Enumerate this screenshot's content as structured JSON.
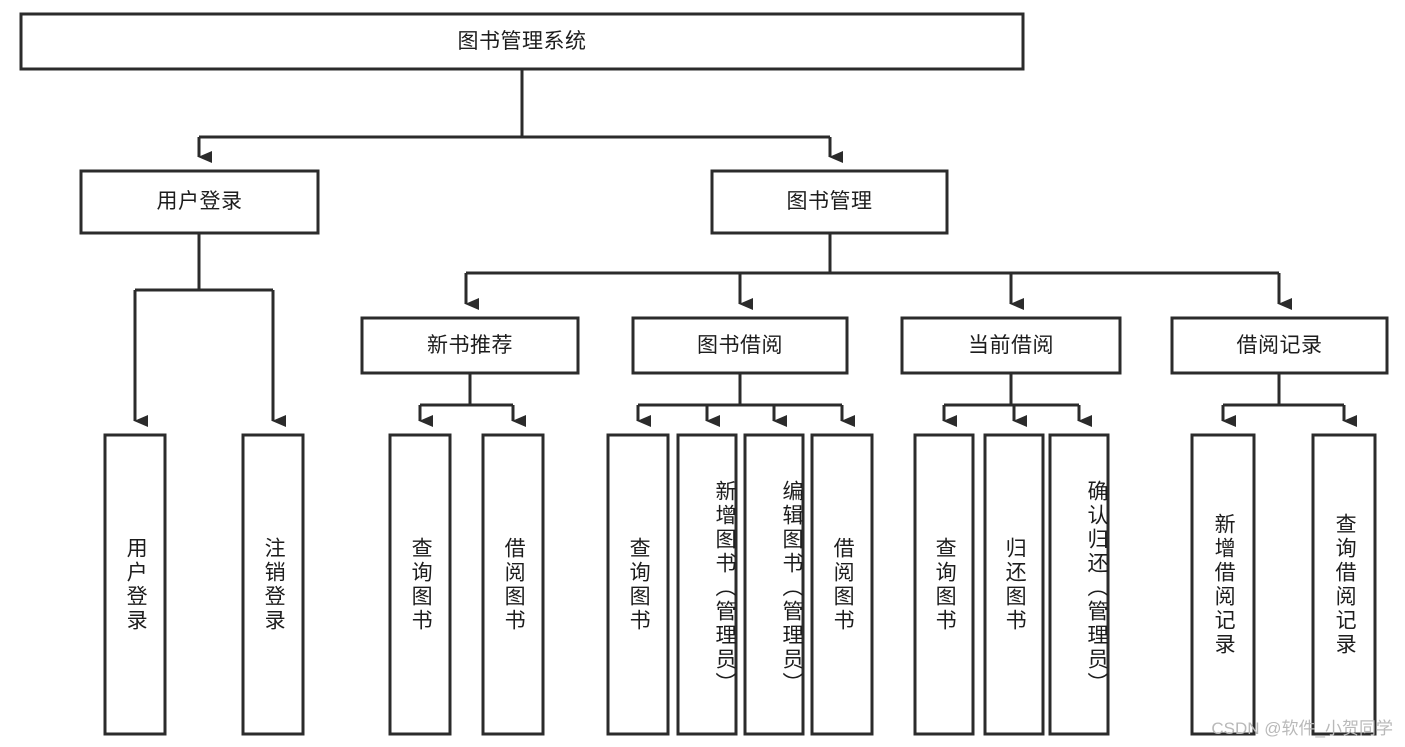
{
  "diagram": {
    "type": "tree-hierarchy",
    "title": "图书管理系统",
    "watermark": "CSDN @软件_小贺同学",
    "colors": {
      "stroke": "#2b2b2b",
      "fill": "#ffffff",
      "text": "#1d1d1d",
      "watermark": "#b9b9b9"
    },
    "nodes": {
      "root": {
        "label": "图书管理系统",
        "level": 1,
        "orientation": "horizontal"
      },
      "l2": [
        {
          "id": "user-login",
          "label": "用户登录",
          "level": 2,
          "orientation": "horizontal"
        },
        {
          "id": "book-manage",
          "label": "图书管理",
          "level": 2,
          "orientation": "horizontal"
        }
      ],
      "l3": [
        {
          "id": "new-book-recommend",
          "label": "新书推荐",
          "level": 3,
          "orientation": "horizontal",
          "parent": "book-manage"
        },
        {
          "id": "book-borrow",
          "label": "图书借阅",
          "level": 3,
          "orientation": "horizontal",
          "parent": "book-manage"
        },
        {
          "id": "current-borrow",
          "label": "当前借阅",
          "level": 3,
          "orientation": "horizontal",
          "parent": "book-manage"
        },
        {
          "id": "borrow-record",
          "label": "借阅记录",
          "level": 3,
          "orientation": "horizontal",
          "parent": "book-manage"
        }
      ],
      "leaves": [
        {
          "id": "leaf-user-login",
          "label": "用户登录",
          "parent": "user-login",
          "orientation": "vertical"
        },
        {
          "id": "leaf-user-logout",
          "label": "注销登录",
          "parent": "user-login",
          "orientation": "vertical"
        },
        {
          "id": "leaf-query-book-1",
          "label": "查询图书",
          "parent": "new-book-recommend",
          "orientation": "vertical"
        },
        {
          "id": "leaf-borrow-book-1",
          "label": "借阅图书",
          "parent": "new-book-recommend",
          "orientation": "vertical"
        },
        {
          "id": "leaf-query-book-2",
          "label": "查询图书",
          "parent": "book-borrow",
          "orientation": "vertical"
        },
        {
          "id": "leaf-add-book",
          "label": "新增图书（管理员）",
          "parent": "book-borrow",
          "orientation": "vertical"
        },
        {
          "id": "leaf-edit-book",
          "label": "编辑图书（管理员）",
          "parent": "book-borrow",
          "orientation": "vertical"
        },
        {
          "id": "leaf-borrow-book-2",
          "label": "借阅图书",
          "parent": "book-borrow",
          "orientation": "vertical"
        },
        {
          "id": "leaf-query-book-3",
          "label": "查询图书",
          "parent": "current-borrow",
          "orientation": "vertical"
        },
        {
          "id": "leaf-return-book",
          "label": "归还图书",
          "parent": "current-borrow",
          "orientation": "vertical"
        },
        {
          "id": "leaf-confirm-return",
          "label": "确认归还（管理员）",
          "parent": "current-borrow",
          "orientation": "vertical"
        },
        {
          "id": "leaf-add-record",
          "label": "新增借阅记录",
          "parent": "borrow-record",
          "orientation": "vertical"
        },
        {
          "id": "leaf-query-record",
          "label": "查询借阅记录",
          "parent": "borrow-record",
          "orientation": "vertical"
        }
      ]
    }
  }
}
